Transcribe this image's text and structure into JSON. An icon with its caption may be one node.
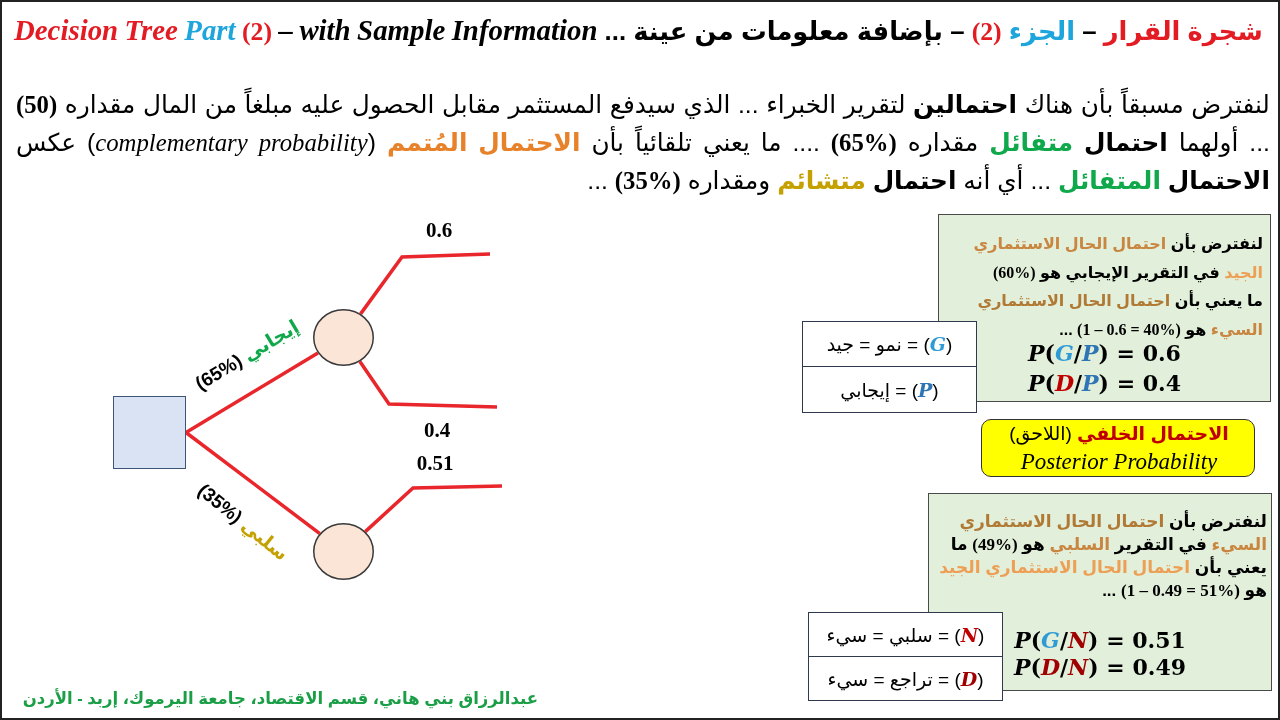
{
  "diagram": {
    "title": "*Decision Tree Part* (2) *– with Sample Information* ... شجرة القرار – الجزء (2) – بإضافة معلومات من عينة",
    "nodes": [
      {
        "text": [],
        "shape": "box"
      },
      {
        "text": [],
        "shape": "circle"
      },
      {
        "text": [],
        "shape": "circle"
      },
      {
        "text": [
          "لنفترض بأن احتمال الحال الاستثماري الجيد في التقرير الإيجابي هو (60%) ما يعني بأن احتمال الحال الاستثماري السيء هو (1 – 0.6 = 40%) ...",
          "P(G/P) = 0.6",
          "P(D/P) = 0.4"
        ]
      },
      {
        "text": [
          "(*G*) = نمو = جيد"
        ]
      },
      {
        "text": [
          "(*P*) = إيجابي"
        ]
      },
      {
        "text": [
          "**الاحتمال الخلفي** (اللاحق)",
          "Posterior Probability"
        ]
      },
      {
        "text": [
          "لنفترض بأن احتمال الحال الاستثماري السيء في التقرير السلبي هو (49%) ما يعني بأن احتمال الحال الاستثماري الجيد هو (1 – 0.49 = 51%) ...",
          "P(G/N) = 0.51",
          "P(D/N) = 0.49"
        ]
      },
      {
        "text": [
          "(*N*) = سلبي = سيء"
        ]
      },
      {
        "text": [
          "(*D*) = تراجع = سيء"
        ]
      }
    ],
    "edges": [
      {
        "from": 0,
        "to": 1,
        "arrow": "none",
        "label": "إيجابي (65%)"
      },
      {
        "from": 0,
        "to": 2,
        "arrow": "none",
        "label": "سلبي (35%)"
      },
      {
        "from": 1,
        "to": null,
        "arrow": "none",
        "label": "0.6"
      },
      {
        "from": 1,
        "to": null,
        "arrow": "none",
        "label": "0.4"
      },
      {
        "from": 2,
        "to": null,
        "arrow": "none",
        "label": "0.51"
      }
    ],
    "labels": [
      "لنفترض مسبقاً بأن هناك **احتمالين** لتقرير الخبراء ... الذي سيدفع المستثمر مقابل الحصول عليه مبلغاً من المال مقداره **(50)** ... أولهما **احتمال متفائل** مقداره **(65%)** .... ما يعني تلقائياً بأن **الاحتمال المُتمم** (*complementary probability*) عكس **الاحتمال المتفائل** ... أي أنه **احتمال متشائم** ومقداره **(35%)** ...",
      "عبدالرزاق بني هاني، قسم الاقتصاد، جامعة اليرموك، إربد - الأردن"
    ]
  }
}
